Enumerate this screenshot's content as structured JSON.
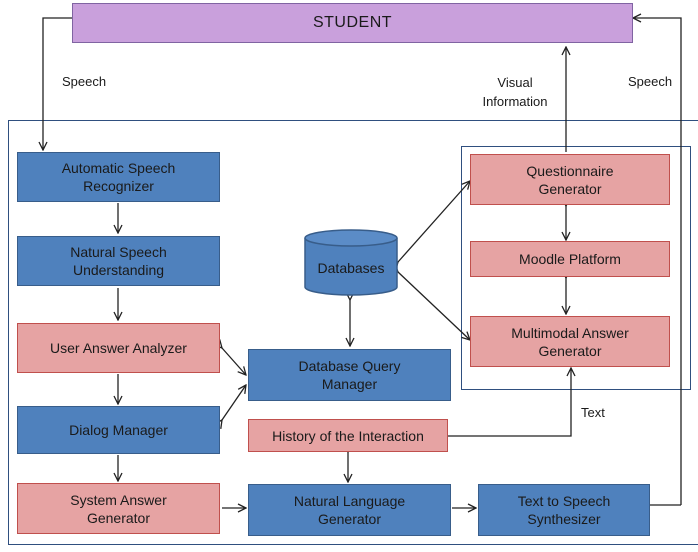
{
  "student": "STUDENT",
  "labels": {
    "speech_left": "Speech",
    "visual_information": "Visual\nInformation",
    "speech_right": "Speech",
    "text": "Text"
  },
  "nodes": {
    "asr": "Automatic Speech\nRecognizer",
    "nsu": "Natural Speech\nUnderstanding",
    "uaa": "User Answer Analyzer",
    "dm": "Dialog Manager",
    "sag": "System Answer\nGenerator",
    "databases": "Databases",
    "dqm": "Database Query\nManager",
    "hist": "History of the Interaction",
    "nlg": "Natural Language\nGenerator",
    "tts": "Text to Speech\nSynthesizer",
    "qg": "Questionnaire\nGenerator",
    "moodle": "Moodle Platform",
    "mag": "Multimodal Answer\nGenerator"
  },
  "colors": {
    "blue": "#4f81bd",
    "pink": "#e6a3a3",
    "purple": "#c9a0dc"
  }
}
